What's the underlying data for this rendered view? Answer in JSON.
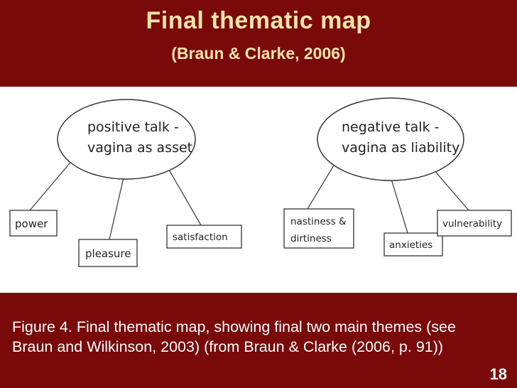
{
  "slide": {
    "title": "Final thematic map",
    "subtitle": "(Braun & Clarke, 2006)",
    "page_number": "18"
  },
  "figure": {
    "themes": {
      "positive": {
        "line1": "positive talk -",
        "line2": "vagina as asset"
      },
      "negative": {
        "line1": "negative talk -",
        "line2": "vagina as liability"
      }
    },
    "subthemes": {
      "power": "power",
      "pleasure": "pleasure",
      "satisfaction": "satisfaction",
      "nastiness_line1": "nastiness &",
      "nastiness_line2": "dirtiness",
      "anxieties": "anxieties",
      "vulnerability": "vulnerability"
    }
  },
  "caption": "Figure 4. Final thematic map, showing final two main themes (see Braun and Wilkinson, 2003) (from Braun & Clarke (2006, p. 91))"
}
